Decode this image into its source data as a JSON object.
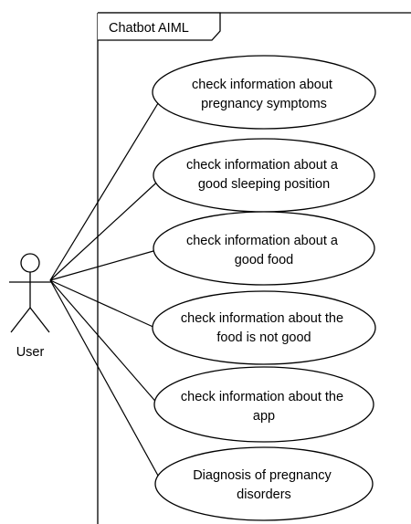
{
  "diagram": {
    "system": {
      "label": "Chatbot AIML"
    },
    "actor": {
      "label": "User"
    },
    "use_cases": [
      {
        "id": "uc-1",
        "lines": [
          "check information about",
          "pregnancy symptoms"
        ]
      },
      {
        "id": "uc-2",
        "lines": [
          "check information about a",
          "good sleeping position"
        ]
      },
      {
        "id": "uc-3",
        "lines": [
          "check information about a",
          "good food"
        ]
      },
      {
        "id": "uc-4",
        "lines": [
          "check information about the",
          "food is not good"
        ]
      },
      {
        "id": "uc-5",
        "lines": [
          "check information about the",
          "app"
        ]
      },
      {
        "id": "uc-6",
        "lines": [
          "Diagnosis of pregnancy",
          "disorders"
        ]
      }
    ],
    "colors": {
      "stroke": "#000000",
      "fill": "#ffffff",
      "text": "#000000"
    }
  }
}
